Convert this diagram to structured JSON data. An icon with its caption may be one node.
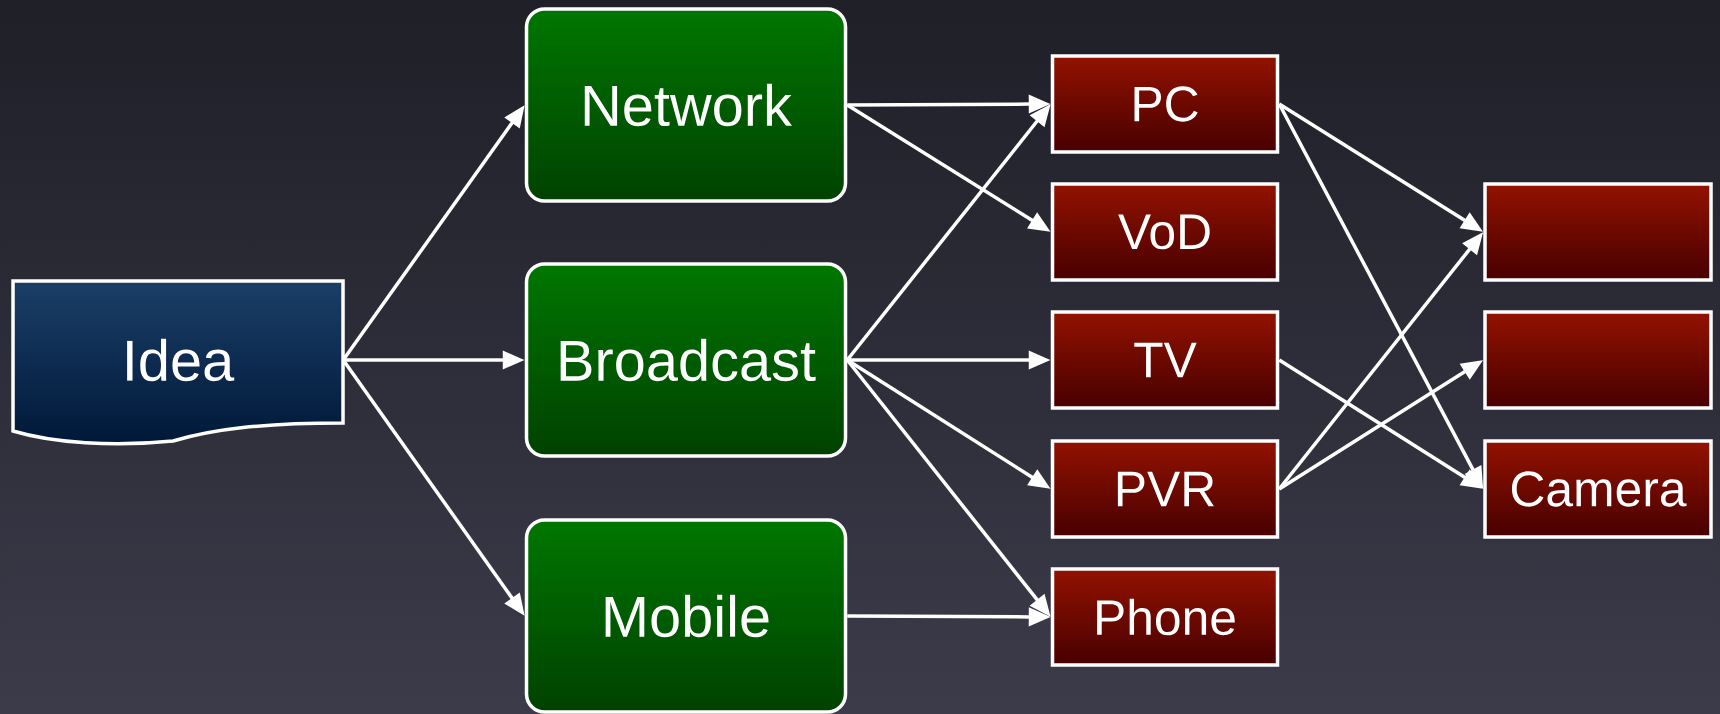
{
  "diagram": {
    "nodes": [
      {
        "text": [
          "Idea"
        ]
      },
      {
        "text": [
          "Network"
        ]
      },
      {
        "text": [
          "Broadcast"
        ]
      },
      {
        "text": [
          "Mobile"
        ]
      },
      {
        "text": [
          "PC"
        ]
      },
      {
        "text": [
          "VoD"
        ]
      },
      {
        "text": [
          "TV"
        ]
      },
      {
        "text": [
          "PVR"
        ]
      },
      {
        "text": [
          "Phone"
        ]
      },
      {
        "text": [],
        "shape": "box"
      },
      {
        "text": [],
        "shape": "box"
      },
      {
        "text": [
          "Camera"
        ]
      }
    ],
    "edges": [
      {
        "from": 0,
        "to": 1,
        "arrow": "to"
      },
      {
        "from": 0,
        "to": 2,
        "arrow": "to"
      },
      {
        "from": 0,
        "to": 3,
        "arrow": "to"
      },
      {
        "from": 1,
        "to": 4,
        "arrow": "to"
      },
      {
        "from": 1,
        "to": 5,
        "arrow": "to"
      },
      {
        "from": 2,
        "to": 4,
        "arrow": "to"
      },
      {
        "from": 2,
        "to": 6,
        "arrow": "to"
      },
      {
        "from": 2,
        "to": 7,
        "arrow": "to"
      },
      {
        "from": 2,
        "to": 8,
        "arrow": "to"
      },
      {
        "from": 3,
        "to": 8,
        "arrow": "to"
      },
      {
        "from": 4,
        "to": 9,
        "arrow": "to"
      },
      {
        "from": 4,
        "to": 11,
        "arrow": "to"
      },
      {
        "from": 6,
        "to": 11,
        "arrow": "to"
      },
      {
        "from": 7,
        "to": 9,
        "arrow": "to"
      },
      {
        "from": 7,
        "to": 10,
        "arrow": "to"
      }
    ]
  }
}
